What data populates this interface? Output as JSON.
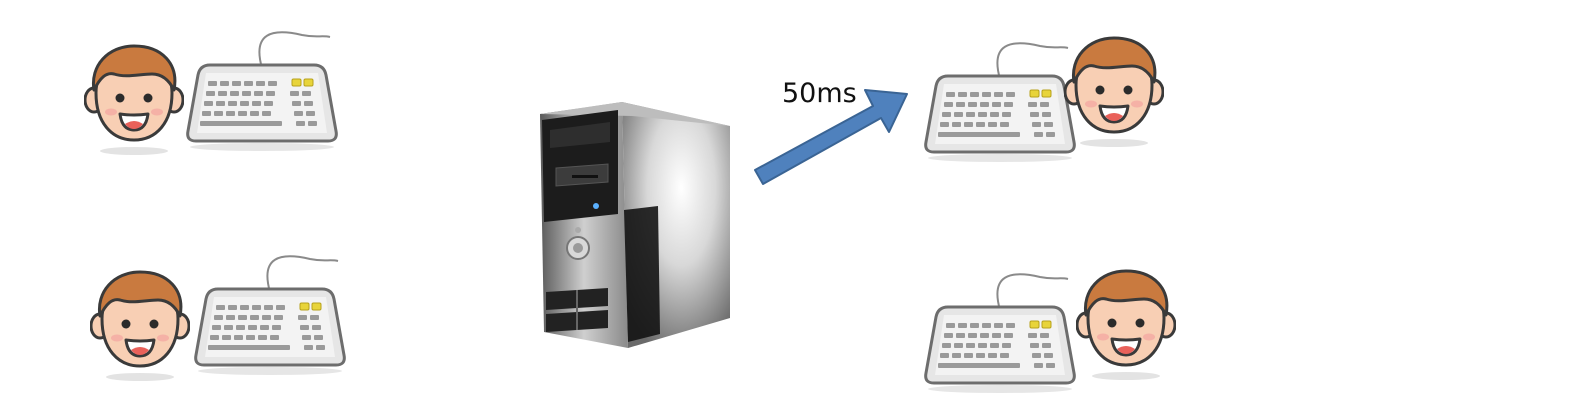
{
  "diagram": {
    "nodes": [
      {
        "id": "server",
        "kind": "server-tower"
      },
      {
        "id": "client-top-left",
        "kind": "player-with-keyboard"
      },
      {
        "id": "client-bottom-left",
        "kind": "player-with-keyboard"
      },
      {
        "id": "client-top-right",
        "kind": "player-with-keyboard"
      },
      {
        "id": "client-bottom-right",
        "kind": "player-with-keyboard"
      }
    ],
    "edges": [
      {
        "from": "server",
        "to": "client-top-right",
        "label": "50ms",
        "color": "#4f81bd"
      }
    ]
  },
  "labels": {
    "latency": "50ms"
  },
  "colors": {
    "arrow_fill": "#4f81bd",
    "arrow_stroke": "#3a6494",
    "skin": "#f8cfb4",
    "hair": "#c97a3f",
    "keyboard_body": "#e6e6e6",
    "keyboard_outline": "#6d6d6d",
    "keyboard_led": "#e8d43a"
  }
}
